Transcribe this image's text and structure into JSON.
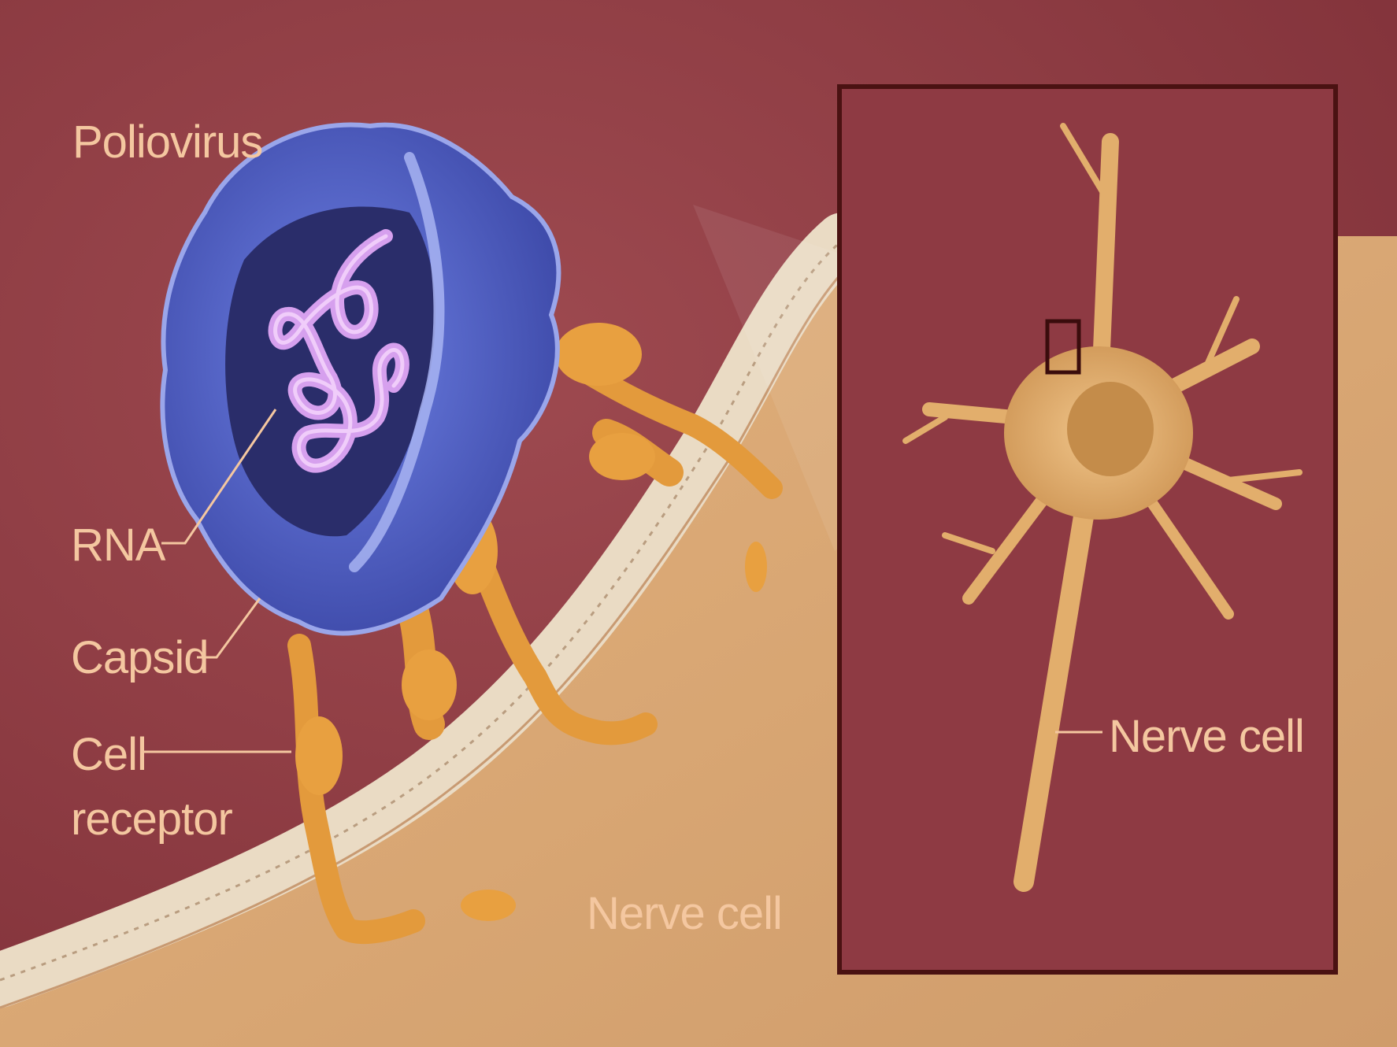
{
  "labels": {
    "poliovirus": "Poliovirus",
    "rna": "RNA",
    "capsid": "Capsid",
    "cell_receptor_line1": "Cell",
    "cell_receptor_line2": "receptor",
    "nerve_cell_membrane": "Nerve cell",
    "nerve_cell_inset": "Nerve cell"
  },
  "colors": {
    "background": "#8f3b43",
    "label": "#f4c7a0",
    "capsid": "#5a6bd0",
    "rna": "#d19ae8",
    "receptor": "#e8a040",
    "membrane": "#ecdcc4",
    "cytoplasm": "#d6a878",
    "inset_border": "#4a1212",
    "neuron": "#e2ae6c"
  }
}
